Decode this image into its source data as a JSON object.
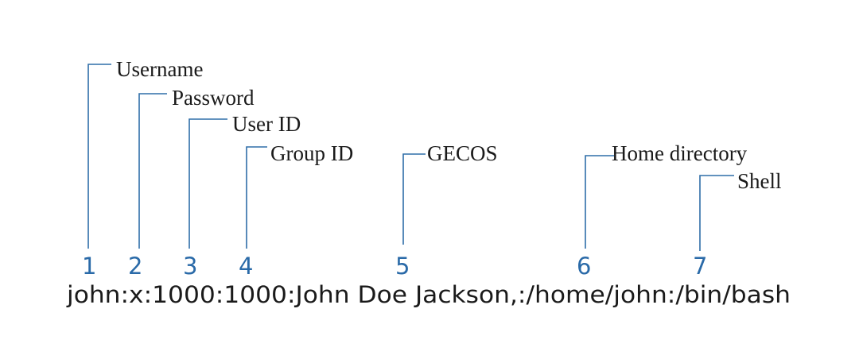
{
  "record": "john:x:1000:1000:John Doe Jackson,:/home/john:/bin/bash",
  "colors": {
    "leader_line": "#2f6ea8",
    "field_number": "#2a6aa8",
    "text": "#1a1a1a",
    "background": "#ffffff"
  },
  "fields": [
    {
      "number": "1",
      "label": "Username"
    },
    {
      "number": "2",
      "label": "Password"
    },
    {
      "number": "3",
      "label": "User ID"
    },
    {
      "number": "4",
      "label": "Group ID"
    },
    {
      "number": "5",
      "label": "GECOS"
    },
    {
      "number": "6",
      "label": "Home directory"
    },
    {
      "number": "7",
      "label": "Shell"
    }
  ]
}
